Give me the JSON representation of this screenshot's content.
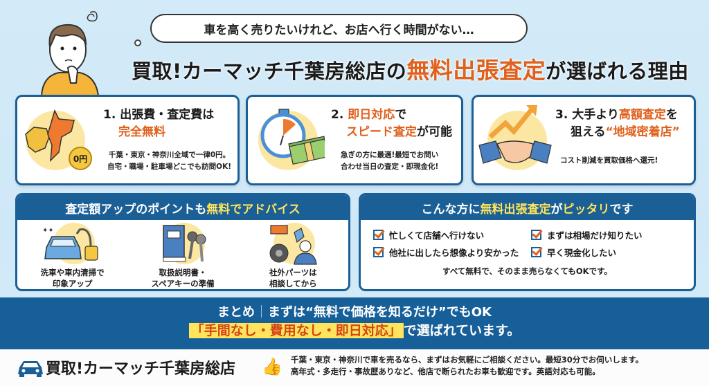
{
  "header": {
    "thought_bubble": "車を高く売りたいけれど、お店へ行く時間がない…",
    "headline_prefix": "買取!カーマッチ千葉房総店の",
    "headline_highlight": "無料出張査定",
    "headline_suffix": "が選ばれる理由"
  },
  "reasons": [
    {
      "number": "1.",
      "title_line1": "出張費・査定費は",
      "title_line2_highlight": "完全無料",
      "desc_line1": "千葉・東京・神奈川全域で一律0円。",
      "desc_line2": "自宅・職場・駐車場どこでも訪問OK!",
      "badge": "0円",
      "icon": "map-icon"
    },
    {
      "number": "2.",
      "title_line1_highlight": "即日対応",
      "title_line1_suffix": "で",
      "title_line2_highlight": "スピード査定",
      "title_line2_suffix": "が可能",
      "desc_line1": "急ぎの方に最適!最短でお問い",
      "desc_line2": "合わせ当日の査定・即現金化!",
      "icon": "stopwatch-money-icon"
    },
    {
      "number": "3.",
      "title_line1_prefix": "大手より",
      "title_line1_highlight": "高額査定",
      "title_line1_suffix": "を",
      "title_line2_prefix": "狙える",
      "title_line2_highlight": "“地域密着店”",
      "desc_line1": "コスト削減を買取価格へ還元!",
      "icon": "handshake-icon"
    }
  ],
  "tips_panel": {
    "title_prefix": "査定額アップのポイントも",
    "title_highlight": "無料でアドバイス",
    "items": [
      {
        "line1": "洗車や車内清掃で",
        "line2": "印象アップ",
        "icon": "car-wash-icon"
      },
      {
        "line1": "取扱説明書・",
        "line2": "スペアキーの準備",
        "icon": "manual-keys-icon"
      },
      {
        "line1": "社外パーツは",
        "line2": "相談してから",
        "icon": "car-parts-icon"
      }
    ]
  },
  "fit_panel": {
    "title_prefix": "こんな方に",
    "title_highlight1": "無料出張査定",
    "title_mid": "が",
    "title_highlight2": "ピッタリ",
    "title_suffix": "です",
    "checks": [
      "忙しくて店舗へ行けない",
      "まずは相場だけ知りたい",
      "他社に出したら想像より安かった",
      "早く現金化したい"
    ],
    "note": "すべて無料で、そのまま売らなくてもOKです。"
  },
  "summary": {
    "label": "まとめ",
    "line1": "まずは“無料で価格を知るだけ”でもOK",
    "line2_highlight": "「手間なし・費用なし・即日対応」",
    "line2_suffix": "で選ばれています。"
  },
  "footer": {
    "store_name": "買取!カーマッチ千葉房総店",
    "line1": "千葉・東京・神奈川で車を売るなら、まずはお気軽にご相談ください。最短30分でお伺いします。",
    "line2": "高年式・多走行・事故歴ありなど、他店で断られたお車も歓迎です。英語対応も可能。"
  },
  "colors": {
    "brand_blue": "#1b5f97",
    "accent_orange": "#e0601c",
    "highlight_yellow": "#ffe45c",
    "background": "#d3ebf8"
  }
}
